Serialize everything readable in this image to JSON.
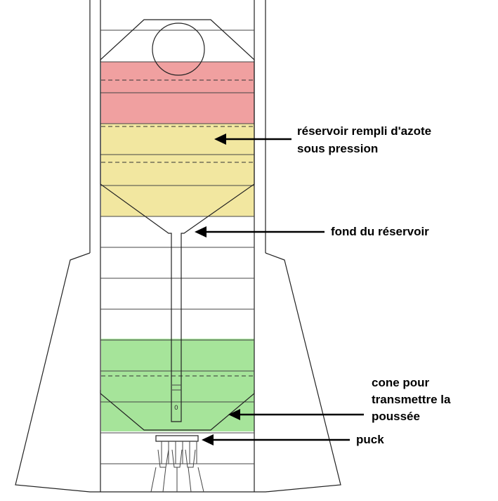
{
  "colors": {
    "band_top": "#f0a0a0",
    "band_middle": "#f2e7a0",
    "band_bottom": "#a6e49a",
    "line": "#222222"
  },
  "labels": {
    "tank": [
      "réservoir rempli d'azote",
      "sous pression"
    ],
    "tank_bottom": [
      "fond du  réservoir"
    ],
    "cone": [
      "cone pour",
      "transmettre la",
      "poussée"
    ],
    "puck": [
      "puck"
    ]
  }
}
